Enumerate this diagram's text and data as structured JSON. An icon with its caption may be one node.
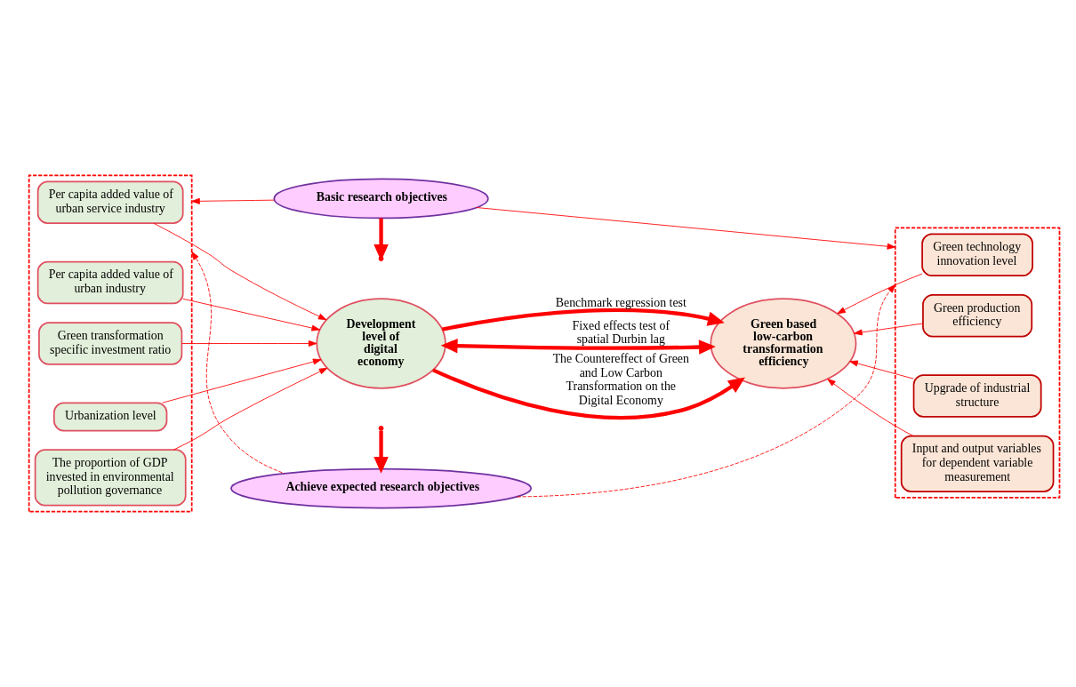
{
  "diagram": {
    "nodes": [
      {
        "text": [
          "Basic research objectives"
        ]
      },
      {
        "text": [],
        "shape": "box"
      },
      {
        "text": [
          "The proportion of GDP invested in environmental pollution governance"
        ],
        "in": 1
      },
      {
        "text": [
          "Per capita added value of urban industry"
        ],
        "in": 1
      },
      {
        "text": [
          "Per capita added value of urban service industry"
        ],
        "in": 1
      },
      {
        "text": [
          "Urbanization level"
        ],
        "in": 1
      },
      {
        "text": [
          "Green transformation specific investment ratio"
        ],
        "in": 1
      },
      {
        "text": [
          "Development level of digital economy"
        ]
      },
      {
        "text": [
          "Green based low-carbon transformation efficiency"
        ]
      },
      {
        "text": [],
        "shape": "box"
      },
      {
        "text": [
          "Input and output variables for dependent variable measurement"
        ],
        "in": 9
      },
      {
        "text": [
          "Green technology innovation level"
        ],
        "in": 9
      },
      {
        "text": [
          "Upgrade of industrial structure"
        ],
        "in": 9
      },
      {
        "text": [
          "Green production efficiency"
        ],
        "in": 9
      },
      {
        "text": [
          "Achieve expected research objectives"
        ]
      }
    ],
    "edges": [
      {
        "from": 0,
        "to": 1,
        "arrow": "to"
      },
      {
        "from": 0,
        "to": 9,
        "arrow": "to"
      },
      {
        "from": 0,
        "to": null,
        "arrow": "to",
        "style": "thick"
      },
      {
        "from": 7,
        "to": 8,
        "arrow": "to",
        "label": "Benchmark regression test",
        "style": "thick"
      },
      {
        "from": 7,
        "to": 8,
        "arrow": "both",
        "label": "Fixed effects test of spatial Durbin lag",
        "style": "thick"
      },
      {
        "from": 7,
        "to": 8,
        "arrow": "to",
        "label": "The Countereffect of Green and Low Carbon Transformation on the Digital Economy",
        "style": "thick"
      },
      {
        "from": 2,
        "to": 7,
        "arrow": "to"
      },
      {
        "from": 3,
        "to": 7,
        "arrow": "to"
      },
      {
        "from": 4,
        "to": 7,
        "arrow": "to"
      },
      {
        "from": 5,
        "to": 7,
        "arrow": "to"
      },
      {
        "from": 6,
        "to": 7,
        "arrow": "to"
      },
      {
        "from": 10,
        "to": 8,
        "arrow": "to"
      },
      {
        "from": 11,
        "to": 8,
        "arrow": "to"
      },
      {
        "from": 12,
        "to": 8,
        "arrow": "to"
      },
      {
        "from": 13,
        "to": 8,
        "arrow": "to"
      },
      {
        "from": null,
        "to": 14,
        "arrow": "to",
        "style": "thick"
      },
      {
        "from": 14,
        "to": 1,
        "arrow": "to",
        "style": "dashed"
      },
      {
        "from": 14,
        "to": 9,
        "arrow": "to",
        "style": "dashed"
      }
    ]
  }
}
